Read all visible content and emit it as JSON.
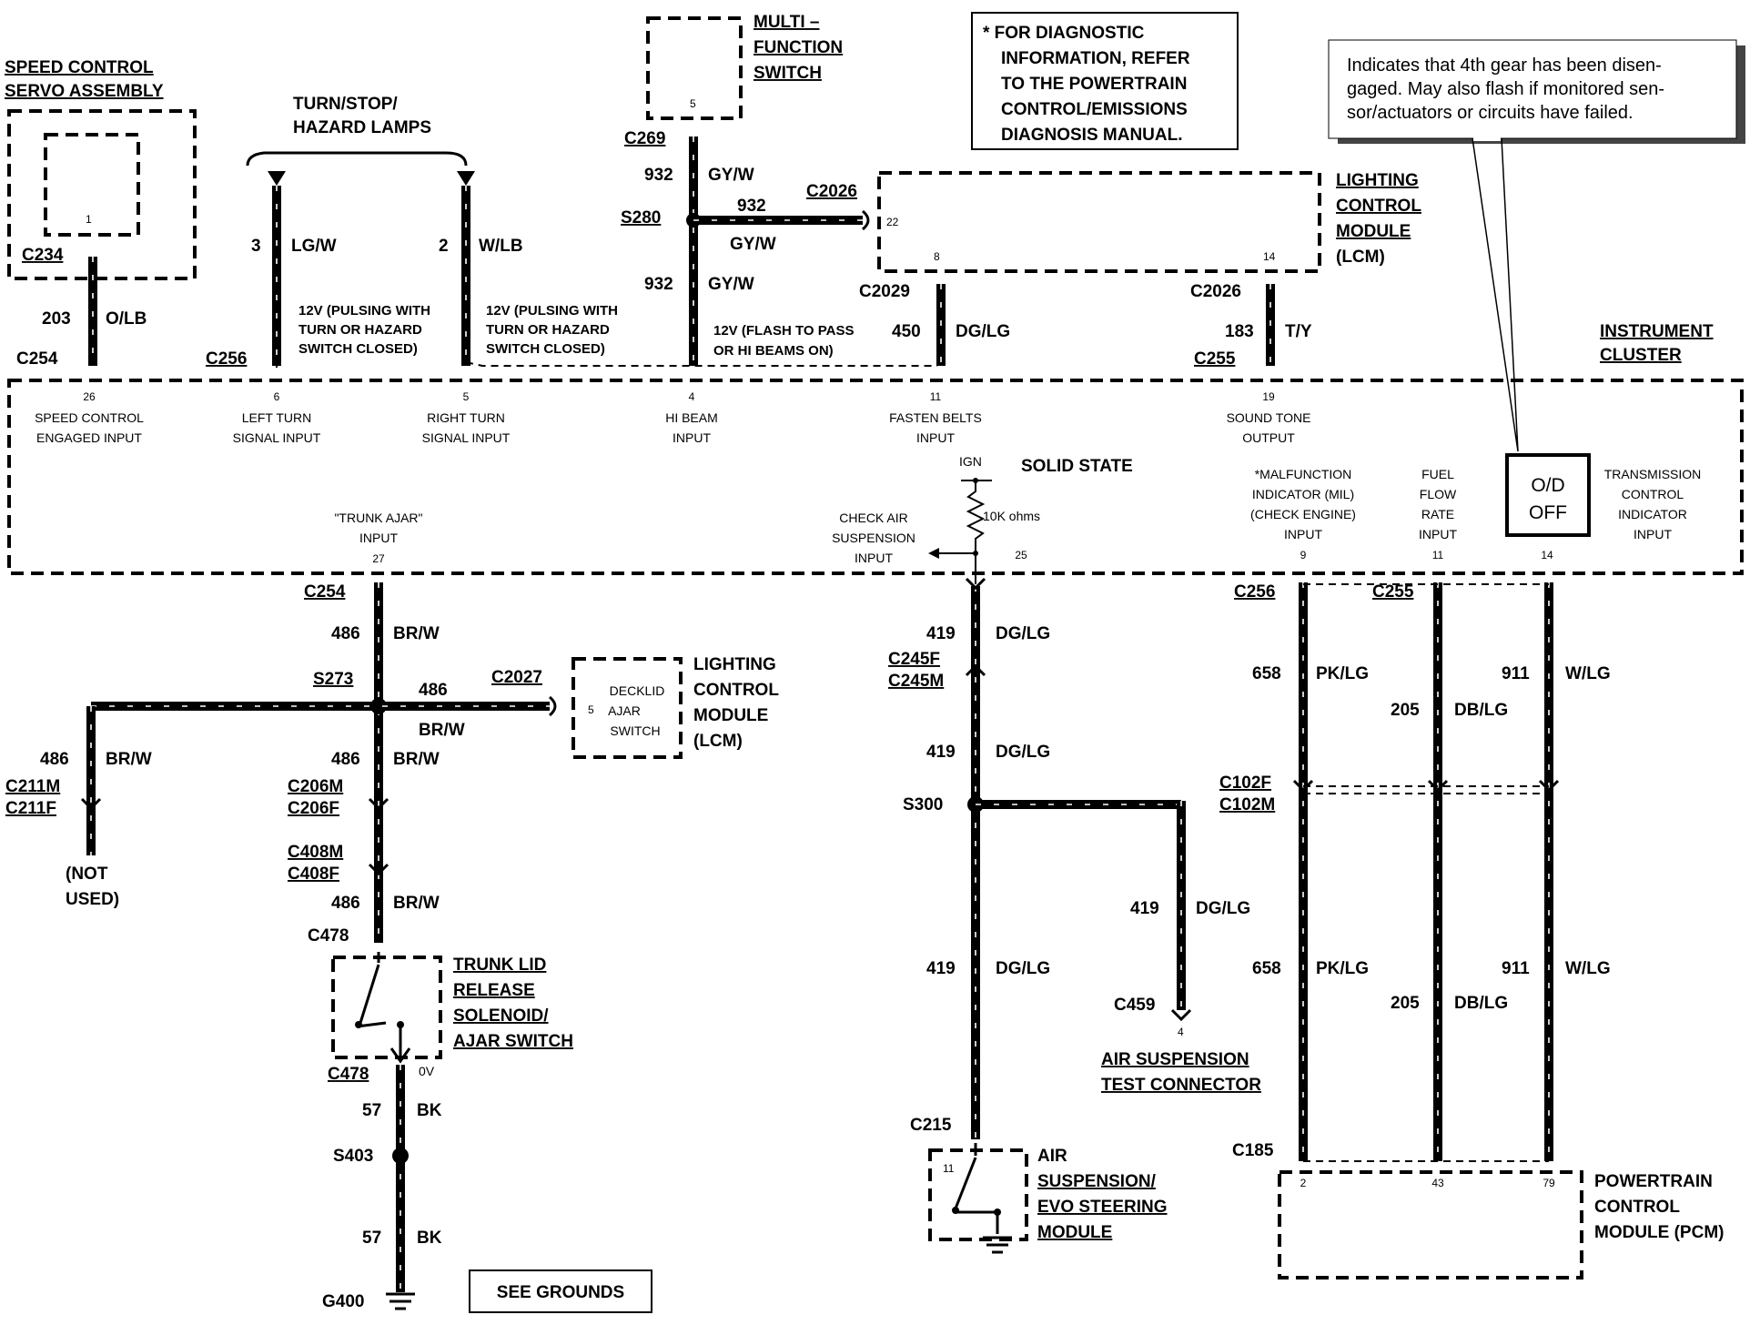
{
  "components": {
    "speed_control": {
      "title1": "SPEED CONTROL",
      "title2": "SERVO ASSEMBLY",
      "pin": "1",
      "connector": "C234"
    },
    "turn_lamps": {
      "title1": "TURN/STOP/",
      "title2": "HAZARD LAMPS"
    },
    "mfs": {
      "title1": "MULTI –",
      "title2": "FUNCTION",
      "title3": "SWITCH",
      "pin": "5",
      "connector": "C269"
    },
    "diag_note": {
      "line1": "* FOR DIAGNOSTIC",
      "line2": "INFORMATION, REFER",
      "line3": "TO THE POWERTRAIN",
      "line4": "CONTROL/EMISSIONS",
      "line5": "DIAGNOSIS MANUAL."
    },
    "callout": {
      "line1": "Indicates that 4th gear has been disen-",
      "line2": "gaged. May also flash if monitored sen-",
      "line3": "sor/actuators or circuits have failed."
    },
    "lcm_top": {
      "title1": "LIGHTING",
      "title2": "CONTROL",
      "title3": "MODULE",
      "title4": "(LCM)",
      "pin22": "22",
      "pin8": "8",
      "pin14": "14"
    },
    "cluster": {
      "title1": "INSTRUMENT",
      "title2": "CLUSTER",
      "solid_state": "SOLID STATE",
      "ign": "IGN",
      "resistor": "10K ohms",
      "od_line1": "O/D",
      "od_line2": "OFF",
      "pins_top": [
        {
          "num": "26",
          "l1": "SPEED CONTROL",
          "l2": "ENGAGED INPUT"
        },
        {
          "num": "6",
          "l1": "LEFT TURN",
          "l2": "SIGNAL INPUT"
        },
        {
          "num": "5",
          "l1": "RIGHT TURN",
          "l2": "SIGNAL INPUT"
        },
        {
          "num": "4",
          "l1": "HI BEAM",
          "l2": "INPUT"
        },
        {
          "num": "11",
          "l1": "FASTEN BELTS",
          "l2": "INPUT"
        },
        {
          "num": "19",
          "l1": "SOUND TONE",
          "l2": "OUTPUT"
        }
      ],
      "trunk_ajar": {
        "l1": "\"TRUNK AJAR\"",
        "l2": "INPUT",
        "num": "27"
      },
      "check_air": {
        "l1": "CHECK AIR",
        "l2": "SUSPENSION",
        "l3": "INPUT",
        "num": "25"
      },
      "mil": {
        "l1": "*MALFUNCTION",
        "l2": "INDICATOR (MIL)",
        "l3": "(CHECK ENGINE)",
        "l4": "INPUT",
        "num": "9"
      },
      "fuel": {
        "l1": "FUEL",
        "l2": "FLOW",
        "l3": "RATE",
        "l4": "INPUT",
        "num": "11"
      },
      "trans": {
        "l1": "TRANSMISSION",
        "l2": "CONTROL",
        "l3": "INDICATOR",
        "l4": "INPUT",
        "num": "14"
      }
    },
    "lcm_bottom": {
      "title1": "LIGHTING",
      "title2": "CONTROL",
      "title3": "MODULE",
      "title4": "(LCM)",
      "in1": "DECKLID",
      "in2": "AJAR",
      "in3": "SWITCH",
      "pin": "5",
      "connector": "C2027"
    },
    "trunk_lid": {
      "t1": "TRUNK LID",
      "t2": "RELEASE",
      "t3": "SOLENOID/",
      "t4": "AJAR SWITCH",
      "c_top": "C478",
      "c_bot": "C478",
      "v": "0V"
    },
    "air_test": {
      "t1": "AIR SUSPENSION",
      "t2": "TEST CONNECTOR",
      "connector": "C459",
      "pin": "4"
    },
    "air_module": {
      "t1": "AIR",
      "t2": "SUSPENSION/",
      "t3": "EVO STEERING",
      "t4": "MODULE",
      "connector": "C215",
      "pin": "11"
    },
    "pcm": {
      "t1": "POWERTRAIN",
      "t2": "CONTROL",
      "t3": "MODULE (PCM)",
      "connector": "C185",
      "pin2": "2",
      "pin43": "43",
      "pin79": "79"
    },
    "grounds": {
      "label": "SEE GROUNDS",
      "ground": "G400",
      "splice": "S403"
    },
    "not_used": {
      "l1": "(NOT",
      "l2": "USED)"
    }
  },
  "connectors": {
    "c254_top": "C254",
    "c256_top": "C256",
    "c2029": "C2029",
    "c2026_top": "C2026",
    "c2026_wire": "C2026",
    "c255_top": "C255",
    "c254_bot": "C254",
    "c256_bot": "C256",
    "c255_bot": "C255",
    "c245f": "C245F",
    "c245m": "C245M",
    "c211m": "C211M",
    "c211f": "C211F",
    "c206m": "C206M",
    "c206f": "C206F",
    "c408m": "C408M",
    "c408f": "C408F",
    "c102f": "C102F",
    "c102m": "C102M",
    "s280": "S280",
    "s273": "S273",
    "s300": "S300"
  },
  "wires": {
    "w203": {
      "num": "203",
      "color": "O/LB"
    },
    "w3": {
      "num": "3",
      "color": "LG/W",
      "note1": "12V (PULSING WITH",
      "note2": "TURN OR HAZARD",
      "note3": "SWITCH CLOSED)"
    },
    "w2": {
      "num": "2",
      "color": "W/LB",
      "note1": "12V (PULSING WITH",
      "note2": "TURN OR HAZARD",
      "note3": "SWITCH CLOSED)"
    },
    "w932a": {
      "num": "932",
      "color": "GY/W"
    },
    "w932b": {
      "num": "932",
      "color": "GY/W"
    },
    "w932c": {
      "num": "932",
      "color": "GY/W",
      "note1": "12V (FLASH TO PASS",
      "note2": "OR HI BEAMS ON)"
    },
    "w450": {
      "num": "450",
      "color": "DG/LG"
    },
    "w183": {
      "num": "183",
      "color": "T/Y"
    },
    "w486a": {
      "num": "486",
      "color": "BR/W"
    },
    "w486b": {
      "num": "486",
      "color": "BR/W"
    },
    "w486c": {
      "num": "486",
      "color": "BR/W"
    },
    "w486d": {
      "num": "486",
      "color": "BR/W"
    },
    "w486e": {
      "num": "486",
      "color": "BR/W"
    },
    "w57a": {
      "num": "57",
      "color": "BK"
    },
    "w57b": {
      "num": "57",
      "color": "BK"
    },
    "w419a": {
      "num": "419",
      "color": "DG/LG"
    },
    "w419b": {
      "num": "419",
      "color": "DG/LG"
    },
    "w419c": {
      "num": "419",
      "color": "DG/LG"
    },
    "w419d": {
      "num": "419",
      "color": "DG/LG"
    },
    "w658a": {
      "num": "658",
      "color": "PK/LG"
    },
    "w658b": {
      "num": "658",
      "color": "PK/LG"
    },
    "w205a": {
      "num": "205",
      "color": "DB/LG"
    },
    "w205b": {
      "num": "205",
      "color": "DB/LG"
    },
    "w911a": {
      "num": "911",
      "color": "W/LG"
    },
    "w911b": {
      "num": "911",
      "color": "W/LG"
    }
  }
}
